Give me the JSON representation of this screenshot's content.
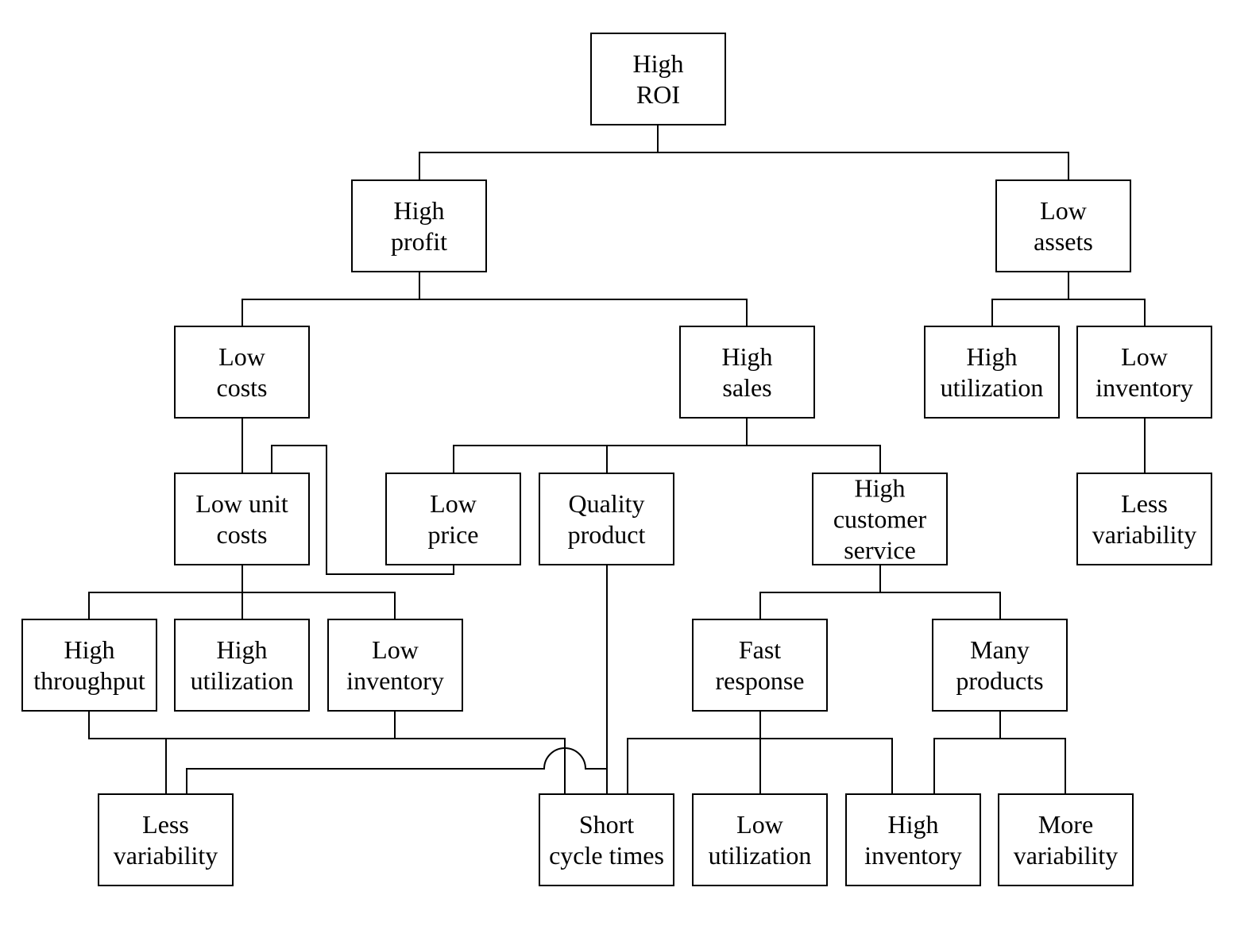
{
  "diagram": {
    "type": "tree",
    "nodes": [
      {
        "id": "high-roi",
        "lines": [
          "High",
          "ROI"
        ]
      },
      {
        "id": "high-profit",
        "lines": [
          "High",
          "profit"
        ]
      },
      {
        "id": "low-assets",
        "lines": [
          "Low",
          "assets"
        ]
      },
      {
        "id": "low-costs",
        "lines": [
          "Low",
          "costs"
        ]
      },
      {
        "id": "high-sales",
        "lines": [
          "High",
          "sales"
        ]
      },
      {
        "id": "high-utilization-assets",
        "lines": [
          "High",
          "utilization"
        ]
      },
      {
        "id": "low-inventory-assets",
        "lines": [
          "Low",
          "inventory"
        ]
      },
      {
        "id": "low-unit-costs",
        "lines": [
          "Low unit",
          "costs"
        ]
      },
      {
        "id": "low-price",
        "lines": [
          "Low",
          "price"
        ]
      },
      {
        "id": "quality-product",
        "lines": [
          "Quality",
          "product"
        ]
      },
      {
        "id": "high-customer-service",
        "lines": [
          "High",
          "customer",
          "service"
        ]
      },
      {
        "id": "less-variability-assets",
        "lines": [
          "Less",
          "variability"
        ]
      },
      {
        "id": "high-throughput",
        "lines": [
          "High",
          "throughput"
        ]
      },
      {
        "id": "high-utilization-costs",
        "lines": [
          "High",
          "utilization"
        ]
      },
      {
        "id": "low-inventory-costs",
        "lines": [
          "Low",
          "inventory"
        ]
      },
      {
        "id": "fast-response",
        "lines": [
          "Fast",
          "response"
        ]
      },
      {
        "id": "many-products",
        "lines": [
          "Many",
          "products"
        ]
      },
      {
        "id": "less-variability-costs",
        "lines": [
          "Less",
          "variability"
        ]
      },
      {
        "id": "short-cycle-times",
        "lines": [
          "Short",
          "cycle times"
        ]
      },
      {
        "id": "low-utilization",
        "lines": [
          "Low",
          "utilization"
        ]
      },
      {
        "id": "high-inventory",
        "lines": [
          "High",
          "inventory"
        ]
      },
      {
        "id": "more-variability",
        "lines": [
          "More",
          "variability"
        ]
      }
    ],
    "edges": [
      {
        "from": "high-roi",
        "to": "high-profit"
      },
      {
        "from": "high-roi",
        "to": "low-assets"
      },
      {
        "from": "high-profit",
        "to": "low-costs"
      },
      {
        "from": "high-profit",
        "to": "high-sales"
      },
      {
        "from": "low-assets",
        "to": "high-utilization-assets"
      },
      {
        "from": "low-assets",
        "to": "low-inventory-assets"
      },
      {
        "from": "low-inventory-assets",
        "to": "less-variability-assets"
      },
      {
        "from": "low-costs",
        "to": "low-unit-costs"
      },
      {
        "from": "high-sales",
        "to": "low-price"
      },
      {
        "from": "high-sales",
        "to": "quality-product"
      },
      {
        "from": "high-sales",
        "to": "high-customer-service"
      },
      {
        "from": "low-price",
        "to": "low-unit-costs"
      },
      {
        "from": "low-unit-costs",
        "to": "high-throughput"
      },
      {
        "from": "low-unit-costs",
        "to": "high-utilization-costs"
      },
      {
        "from": "low-unit-costs",
        "to": "low-inventory-costs"
      },
      {
        "from": "high-customer-service",
        "to": "fast-response"
      },
      {
        "from": "high-customer-service",
        "to": "many-products"
      },
      {
        "from": "high-throughput",
        "to": "less-variability-costs"
      },
      {
        "from": "high-throughput",
        "to": "short-cycle-times"
      },
      {
        "from": "low-inventory-costs",
        "to": "less-variability-costs"
      },
      {
        "from": "low-inventory-costs",
        "to": "short-cycle-times"
      },
      {
        "from": "quality-product",
        "to": "short-cycle-times"
      },
      {
        "from": "quality-product",
        "to": "less-variability-costs"
      },
      {
        "from": "fast-response",
        "to": "short-cycle-times"
      },
      {
        "from": "fast-response",
        "to": "low-utilization"
      },
      {
        "from": "fast-response",
        "to": "high-inventory"
      },
      {
        "from": "many-products",
        "to": "high-inventory"
      },
      {
        "from": "many-products",
        "to": "more-variability"
      }
    ]
  }
}
